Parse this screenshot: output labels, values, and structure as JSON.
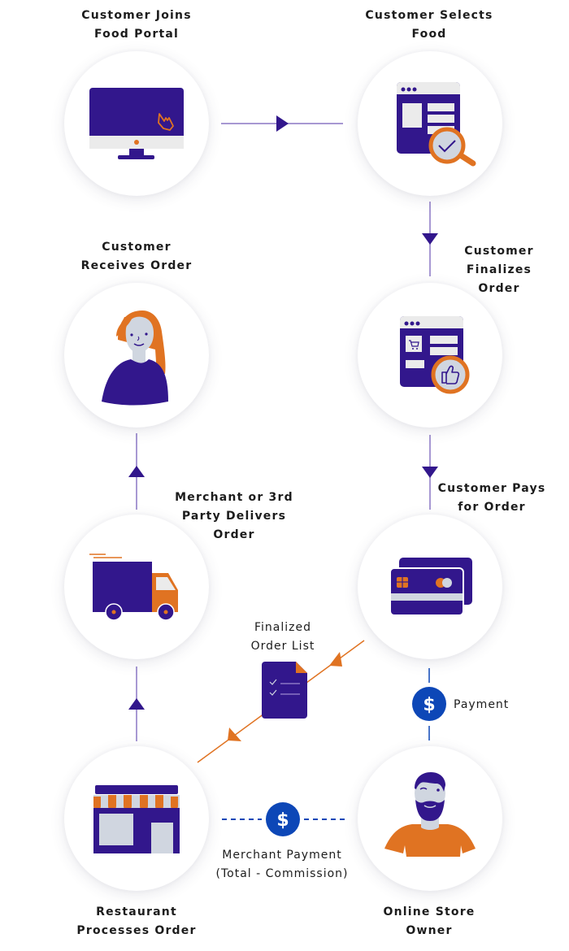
{
  "colors": {
    "primary": "#32178c",
    "accent": "#e07322",
    "light_gray": "#ebebeb",
    "blue_gray": "#d0d6e0",
    "payment_blue": "#0d47b7",
    "connector_purple": "#8a77c4"
  },
  "steps": [
    {
      "id": "join",
      "label_lines": [
        "Customer Joins",
        "Food Portal"
      ],
      "icon": "monitor-click-icon"
    },
    {
      "id": "select",
      "label_lines": [
        "Customer Selects",
        "Food"
      ],
      "icon": "browser-search-icon"
    },
    {
      "id": "finalize",
      "label_lines": [
        "Customer",
        "Finalizes",
        "Order"
      ],
      "icon": "browser-cart-thumbsup-icon"
    },
    {
      "id": "pay",
      "label_lines": [
        "Customer Pays",
        "for Order"
      ],
      "icon": "credit-cards-icon"
    },
    {
      "id": "owner",
      "label_lines": [
        "Online Store",
        "Owner"
      ],
      "icon": "store-owner-avatar-icon"
    },
    {
      "id": "restaurant",
      "label_lines": [
        "Restaurant",
        "Processes Order"
      ],
      "icon": "storefront-icon"
    },
    {
      "id": "deliver",
      "label_lines": [
        "Merchant or 3rd",
        "Party Delivers",
        "Order"
      ],
      "icon": "delivery-truck-icon"
    },
    {
      "id": "receive",
      "label_lines": [
        "Customer",
        "Receives Order"
      ],
      "icon": "customer-woman-avatar-icon"
    }
  ],
  "annotations": {
    "order_list": {
      "label_lines": [
        "Finalized",
        "Order List"
      ],
      "icon": "checklist-document-icon"
    },
    "payment": {
      "label": "Payment",
      "icon": "dollar-coin-icon"
    },
    "merchant_payment": {
      "label_lines": [
        "Merchant Payment",
        "(Total - Commission)"
      ],
      "icon": "dollar-coin-icon"
    }
  },
  "flow": [
    {
      "from": "join",
      "to": "select",
      "style": "solid-arrow"
    },
    {
      "from": "select",
      "to": "finalize",
      "style": "solid-arrow"
    },
    {
      "from": "finalize",
      "to": "pay",
      "style": "solid-arrow"
    },
    {
      "from": "pay",
      "to": "owner",
      "style": "payment-link"
    },
    {
      "from": "pay",
      "to": "restaurant",
      "style": "orange-diagonal-arrow"
    },
    {
      "from": "owner",
      "to": "restaurant",
      "style": "dashed-payment-link"
    },
    {
      "from": "restaurant",
      "to": "deliver",
      "style": "solid-arrow"
    },
    {
      "from": "deliver",
      "to": "receive",
      "style": "solid-arrow"
    }
  ]
}
